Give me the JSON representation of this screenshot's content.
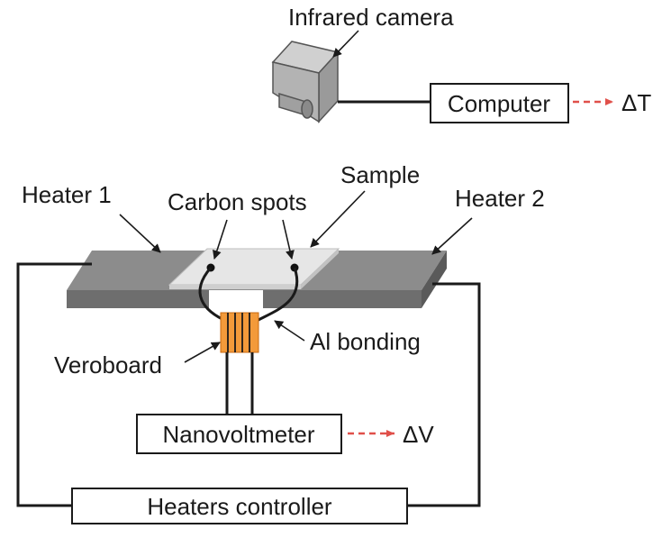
{
  "labels": {
    "infrared_camera": "Infrared camera",
    "computer": "Computer",
    "delta_t": "ΔT",
    "sample": "Sample",
    "heater1": "Heater 1",
    "heater2": "Heater 2",
    "carbon_spots": "Carbon spots",
    "al_bonding": "Al bonding",
    "veroboard": "Veroboard",
    "nanovoltmeter": "Nanovoltmeter",
    "delta_v": "ΔV",
    "heaters_controller": "Heaters controller"
  },
  "colors": {
    "heater_top": "#8c8c8c",
    "heater_front": "#6e6e6e",
    "sample": "#e6e6e6",
    "veroboard": "#f39a3a",
    "output_arrow": "#e0504a",
    "camera": "#b3b3b3"
  }
}
